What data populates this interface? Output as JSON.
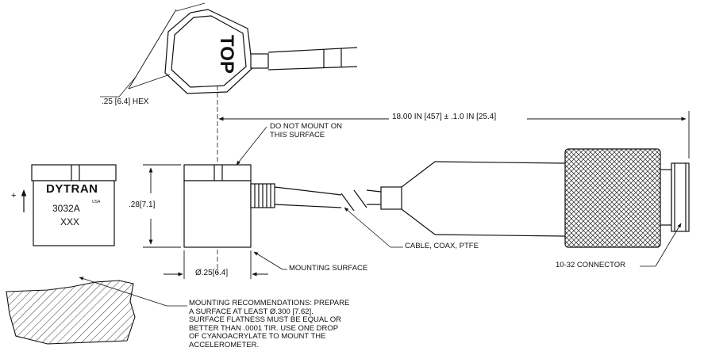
{
  "top_view": {
    "face_label": "TOP",
    "hex_dimension": ".25 [6.4] HEX"
  },
  "cable_length": "18.00 IN [457] ± .1.0 IN [25.4]",
  "notes": {
    "do_not_mount": "DO NOT MOUNT ON\nTHIS SURFACE",
    "cable": "CABLE, COAX, PTFE",
    "mounting_surface": "MOUNTING SURFACE",
    "connector": "10-32 CONNECTOR",
    "mounting_recommendations": "MOUNTING RECOMMENDATIONS: PREPARE\nA SURFACE AT LEAST Ø.300 [7.62].\nSURFACE FLATNESS MUST BE EQUAL OR\nBETTER THAN .0001 TIR. USE ONE DROP\nOF CYANOACRYLATE TO MOUNT THE\nACCELEROMETER."
  },
  "dimensions": {
    "height": ".28[7.1]",
    "diameter": "Ø.25[6.4]"
  },
  "sensor_label": {
    "brand": "DYTRAN",
    "brand_sub": "USA",
    "model": "3032A",
    "serial": "XXX",
    "axis_sign": "+"
  }
}
